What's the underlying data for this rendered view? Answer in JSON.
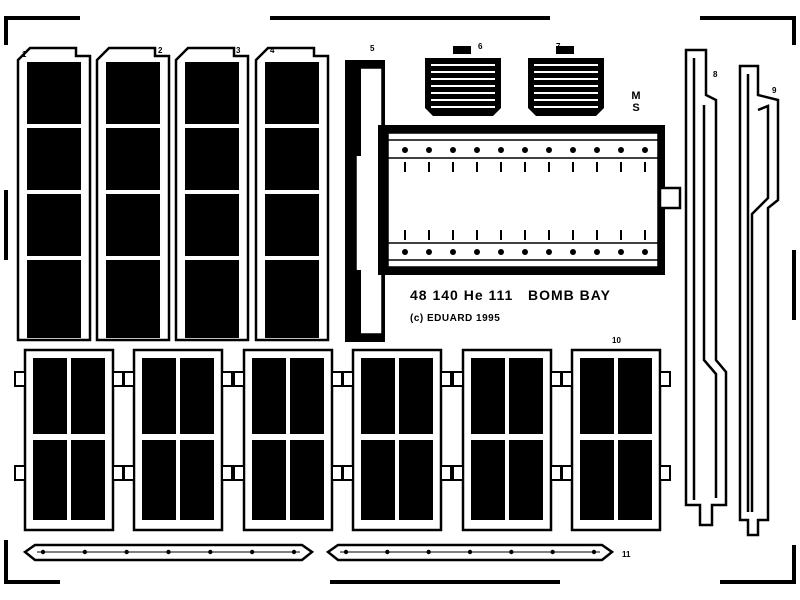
{
  "sheet": {
    "title": "48 140 He 111   BOMB BAY",
    "copyright": "(c) EDUARD 1995",
    "maker_mark": "M S",
    "part_numbers": [
      "1",
      "2",
      "3",
      "4",
      "5",
      "6",
      "7",
      "8",
      "9",
      "10",
      "11"
    ]
  },
  "colors": {
    "background": "#ffffff",
    "ink": "#000000"
  }
}
